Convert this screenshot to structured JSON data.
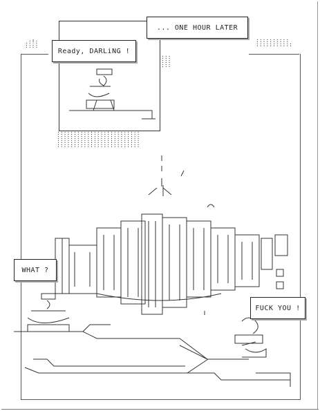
{
  "caption": {
    "text": "... ONE HOUR LATER"
  },
  "speech": {
    "ready": "Ready, DARLiNG !",
    "what": "WHAT ?",
    "fuck": "FUCK YOU !"
  },
  "colors": {
    "ink": "#222222",
    "paper": "#ffffff",
    "dots": "#444444"
  }
}
